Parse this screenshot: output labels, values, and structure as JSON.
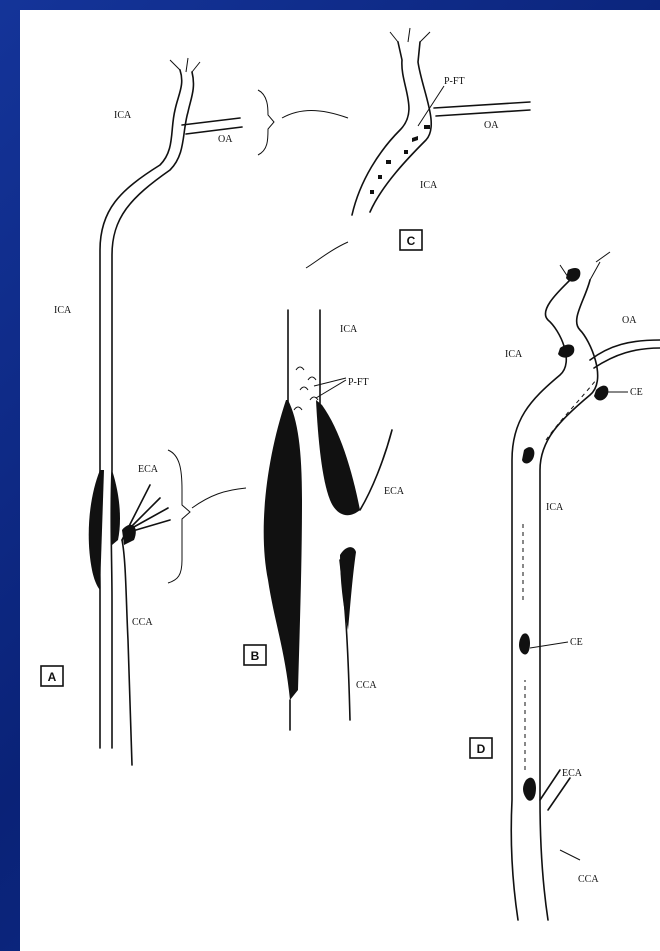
{
  "panels": {
    "a": {
      "label": "A",
      "labels": {
        "ica_top": "ICA",
        "oa": "OA",
        "ica_mid": "ICA",
        "eca": "ECA",
        "cca": "CCA"
      }
    },
    "b": {
      "label": "B",
      "labels": {
        "ica": "ICA",
        "pft": "P-FT",
        "eca": "ECA",
        "cca": "CCA"
      }
    },
    "c": {
      "label": "C",
      "labels": {
        "pft": "P-FT",
        "oa": "OA",
        "ica": "ICA"
      }
    },
    "d": {
      "label": "D",
      "labels": {
        "oa": "OA",
        "ica_top": "ICA",
        "ce_top": "CE",
        "ica_mid": "ICA",
        "ce_mid": "CE",
        "eca": "ECA",
        "cca": "CCA"
      }
    }
  },
  "colors": {
    "border": "#0e2a8a",
    "paper": "#ffffff",
    "ink": "#111111"
  }
}
